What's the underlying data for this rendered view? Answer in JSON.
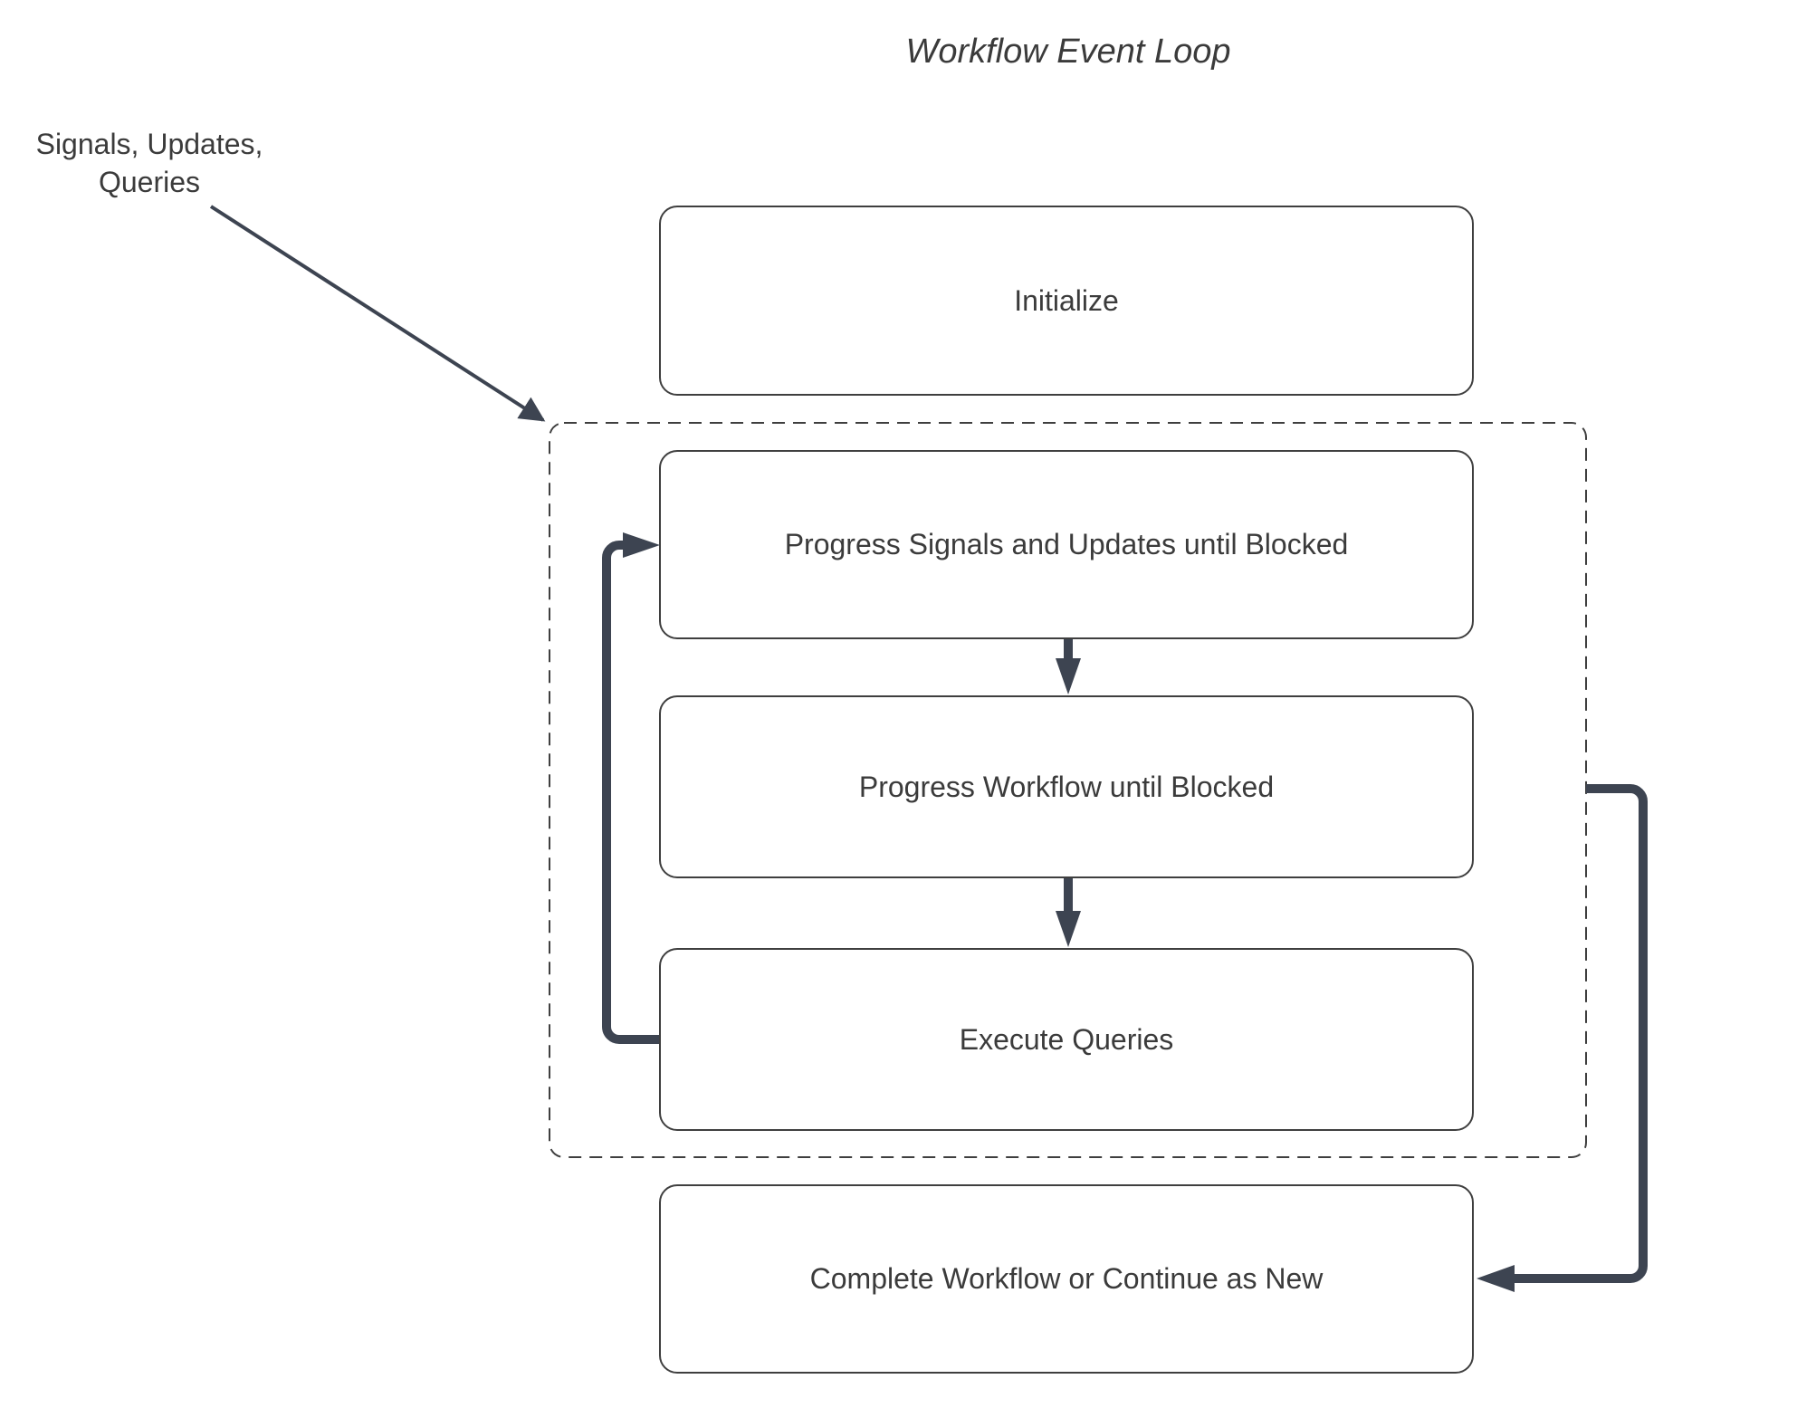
{
  "title": "Workflow Event Loop",
  "annotation": {
    "label": "Signals, Updates,\nQueries"
  },
  "nodes": {
    "initialize": {
      "label": "Initialize"
    },
    "progress_signals": {
      "label": "Progress Signals and Updates until Blocked"
    },
    "progress_workflow": {
      "label": "Progress Workflow until Blocked"
    },
    "execute_queries": {
      "label": "Execute Queries"
    },
    "complete": {
      "label": "Complete Workflow or Continue as New"
    }
  },
  "edges": [
    {
      "from": "annotation",
      "to": "event-loop-group",
      "style": "thin-arrow"
    },
    {
      "from": "progress_signals",
      "to": "progress_workflow",
      "style": "thick-down-arrow"
    },
    {
      "from": "progress_workflow",
      "to": "execute_queries",
      "style": "thick-down-arrow"
    },
    {
      "from": "execute_queries",
      "to": "progress_signals",
      "style": "thick-elbow-arrow"
    },
    {
      "from": "event-loop-group",
      "to": "complete",
      "style": "thick-elbow-arrow"
    }
  ],
  "colors": {
    "arrow": "#3d4451",
    "box_border": "#3f3f3f",
    "text": "#3b3b3b",
    "background": "#ffffff"
  }
}
